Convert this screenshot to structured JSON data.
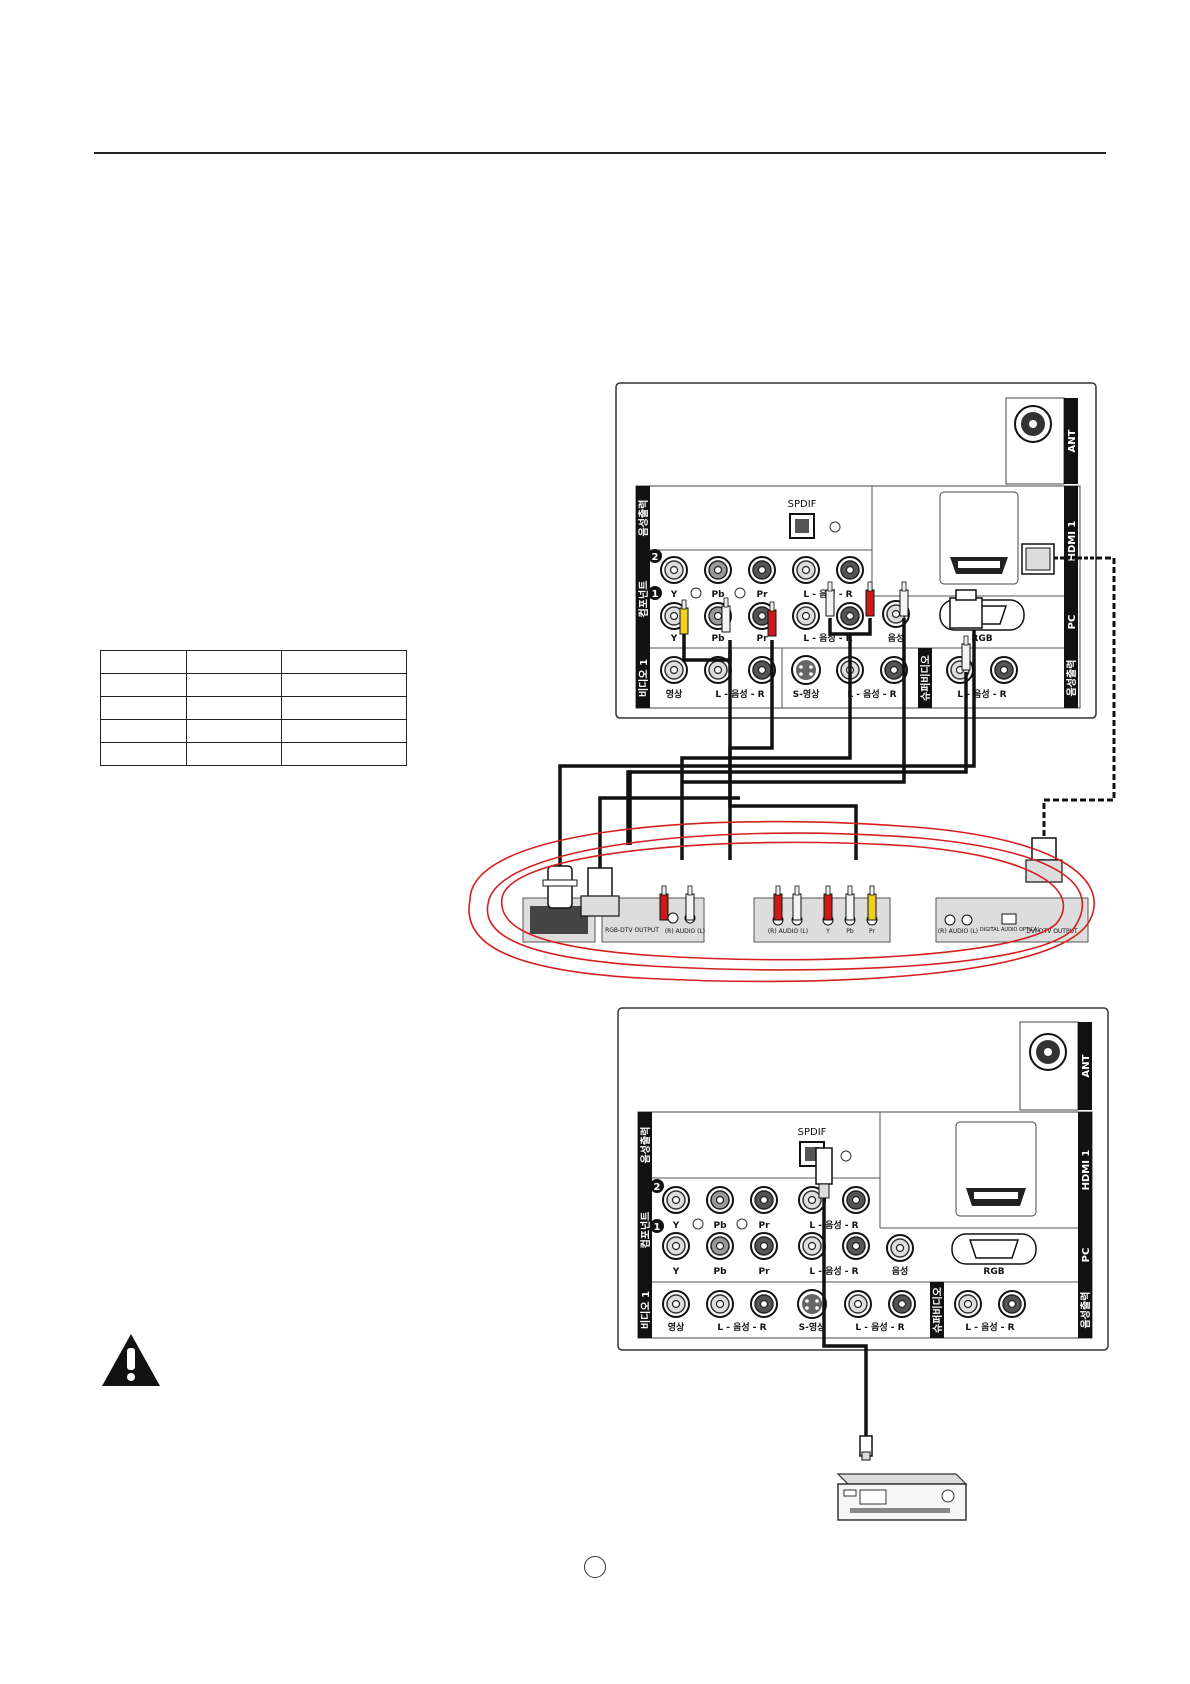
{
  "diagram1": {
    "panel": {
      "ant": "ANT",
      "spdif": "SPDIF",
      "hdmi": "HDMI 1",
      "pc": "PC",
      "rgb": "RGB",
      "audio_out": "음성출력",
      "component": "컴포넌트",
      "video1": "비디오 1",
      "svideo_side": "슈퍼비디오",
      "audio_out_right": "음성출력",
      "badge1": "1",
      "badge2": "2",
      "row2_y": "Y",
      "row2_pb": "Pb",
      "row2_pr": "Pr",
      "row2_lr": "L - 음성 - R",
      "row1_y": "Y",
      "row1_pb": "Pb",
      "row1_pr": "Pr",
      "row1_lr": "L - 음성 - R",
      "pc_audio": "음성",
      "bottom_video": "영상",
      "bottom_lr1": "L - 음성 - R",
      "bottom_svideo": "S-영상",
      "bottom_lr2": "L - 음성 - R",
      "bottom_lr3": "L - 음성 - R"
    },
    "device": {
      "rgb_dtv_output": "RGB-DTV OUTPUT",
      "r_audio_l": "(R) AUDIO (L)",
      "r_audio_l_2": "(R) AUDIO (L)",
      "y": "Y",
      "pb": "Pb",
      "pr": "Pr",
      "r_audio_l_3": "(R) AUDIO (L)",
      "digital_audio_optical": "DIGITAL AUDIO OPTICAL",
      "dvi_dtv_output": "DVI-DTV OUTPUT"
    }
  },
  "diagram2": {
    "panel": {
      "ant": "ANT",
      "spdif": "SPDIF",
      "hdmi": "HDMI 1",
      "pc": "PC",
      "rgb": "RGB",
      "audio_out": "음성출력",
      "component": "컴포넌트",
      "video1": "비디오 1",
      "svideo_side": "슈퍼비디오",
      "audio_out_right": "음성출력",
      "badge1": "1",
      "badge2": "2",
      "row2_y": "Y",
      "row2_pb": "Pb",
      "row2_pr": "Pr",
      "row2_lr": "L - 음성 - R",
      "row1_y": "Y",
      "row1_pb": "Pb",
      "row1_pr": "Pr",
      "row1_lr": "L - 음성 - R",
      "pc_audio": "음성",
      "bottom_video": "영상",
      "bottom_lr1": "L - 음성 - R",
      "bottom_svideo": "S-영상",
      "bottom_lr2": "L - 음성 - R",
      "bottom_lr3": "L - 음성 - R"
    }
  },
  "colors": {
    "cable": "#111111",
    "annotation_red": "#d42020",
    "plug_red": "#cc1a1a",
    "plug_yellow": "#f0d020",
    "plug_white": "#f4f4f4",
    "panel_label_bg": "#111111"
  },
  "icons": [
    "warning-icon",
    "page-number-circle"
  ]
}
